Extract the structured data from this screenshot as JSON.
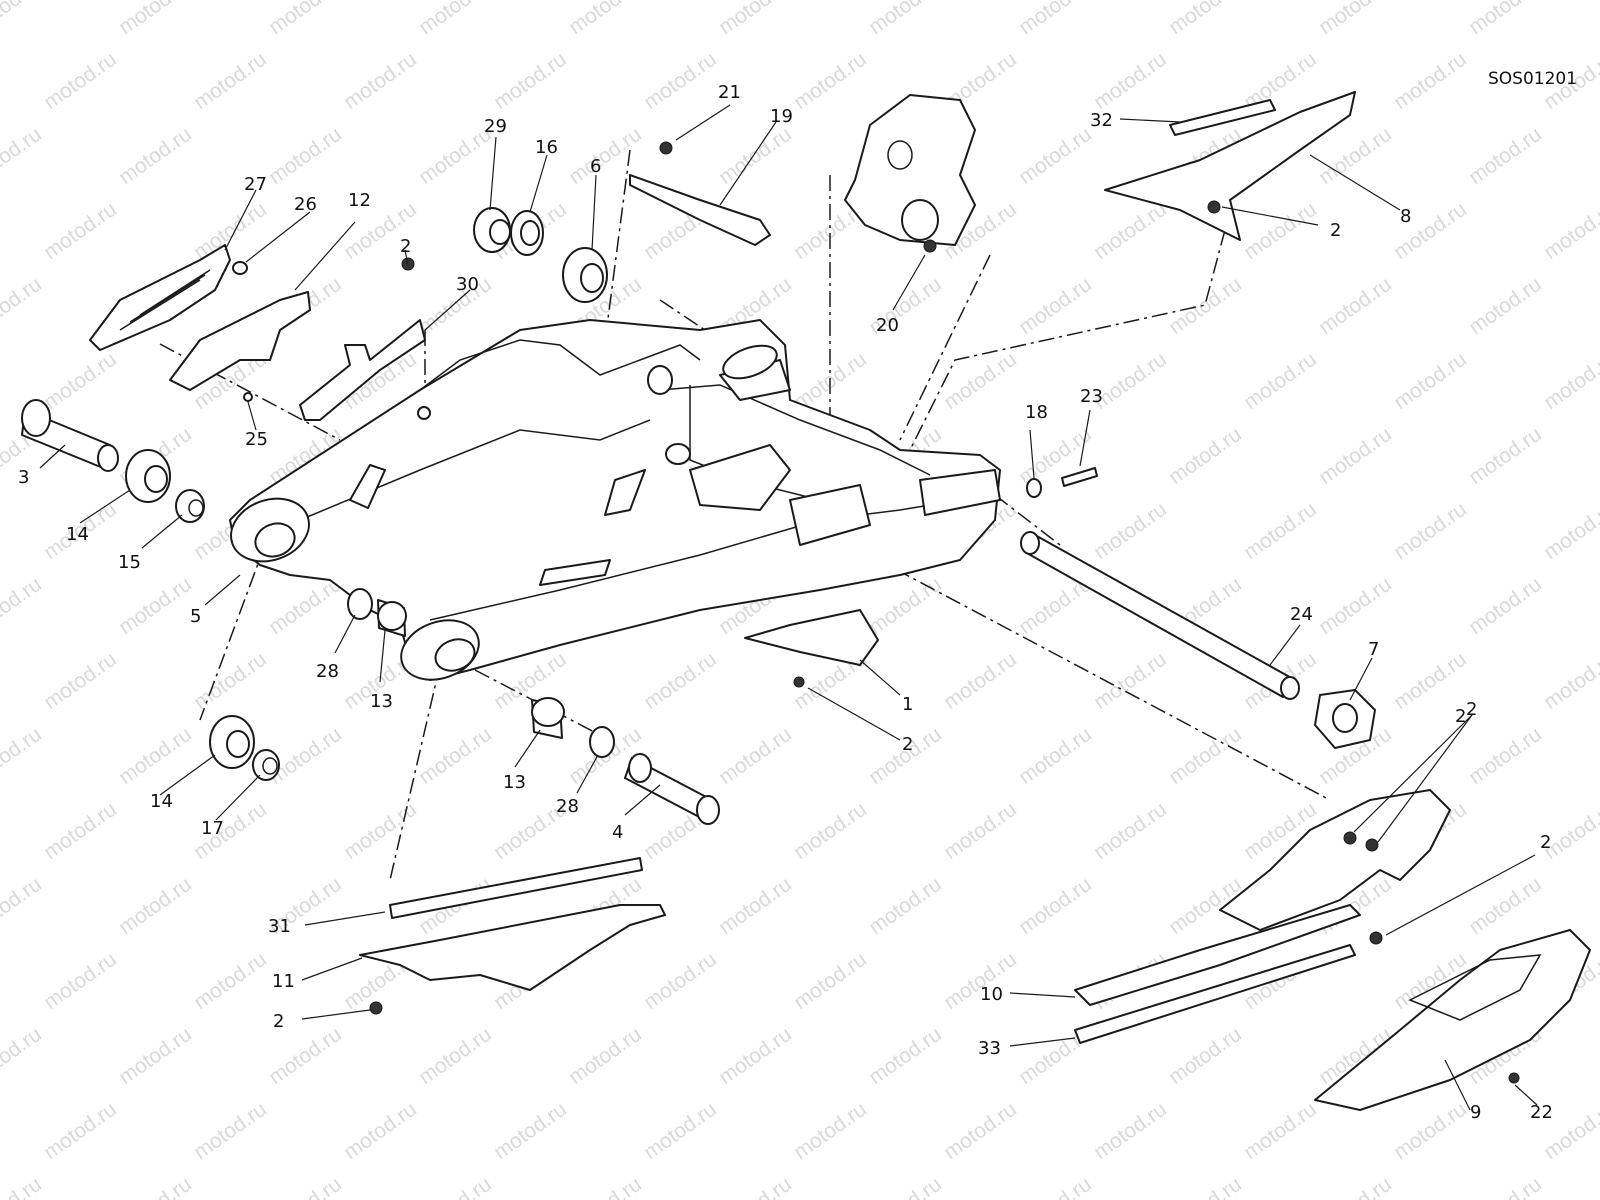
{
  "drawing_code": "SOS01201",
  "watermark": "motod.ru",
  "labels": [
    "1",
    "2",
    "2",
    "2",
    "2",
    "2",
    "2",
    "2",
    "3",
    "4",
    "5",
    "6",
    "7",
    "8",
    "9",
    "10",
    "11",
    "12",
    "13",
    "13",
    "14",
    "14",
    "15",
    "16",
    "17",
    "18",
    "19",
    "20",
    "21",
    "22",
    "23",
    "24",
    "25",
    "26",
    "27",
    "28",
    "28",
    "29",
    "30",
    "31",
    "32",
    "33"
  ],
  "colors": {
    "line": "#1a1a1a",
    "watermark": "#d9d9d9",
    "background": "#ffffff"
  }
}
